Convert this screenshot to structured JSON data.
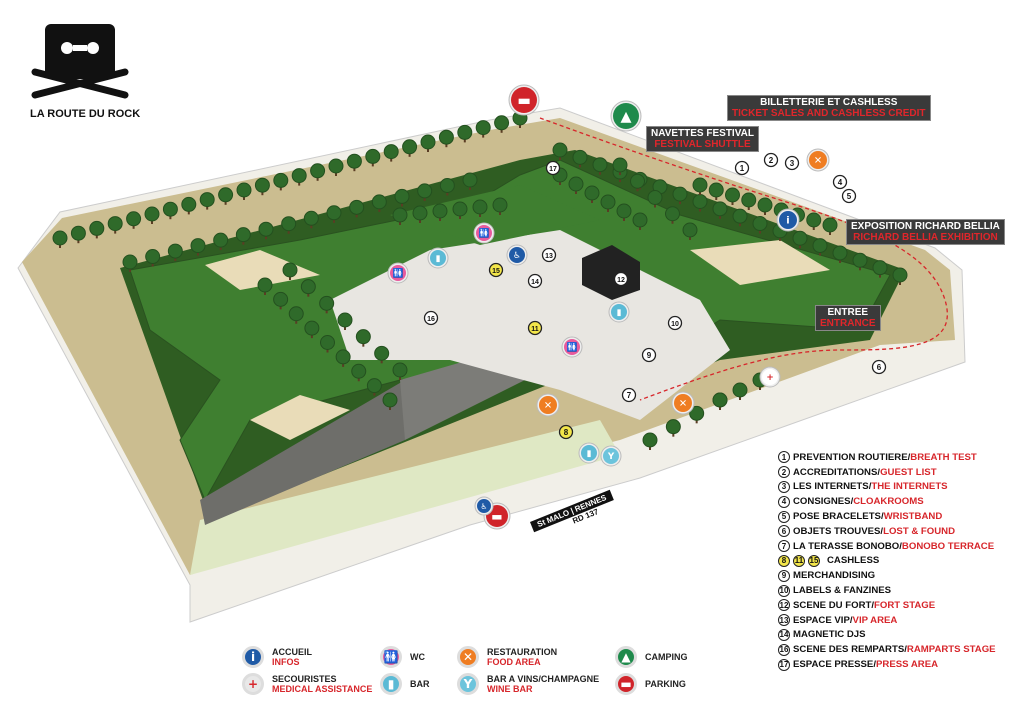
{
  "logo": {
    "text": "LA ROUTE DU ROCK"
  },
  "callouts": [
    {
      "fr": "BILLETTERIE ET CASHLESS",
      "en": "TICKET SALES AND CASHLESS CREDIT"
    },
    {
      "fr": "NAVETTES FESTIVAL",
      "en": "FESTIVAL SHUTTLE"
    },
    {
      "fr": "EXPOSITION RICHARD BELLIA",
      "en": "RICHARD BELLIA EXHIBITION"
    },
    {
      "fr": "ENTREE",
      "en": "ENTRANCE"
    }
  ],
  "road_sign": {
    "left": "St MALO",
    "right": "RENNES",
    "road": "RD 137"
  },
  "map_markers": [
    "1",
    "2",
    "3",
    "4",
    "5",
    "6",
    "7",
    "8",
    "9",
    "10",
    "11",
    "12",
    "13",
    "14",
    "15",
    "16",
    "17"
  ],
  "numbered_legend": [
    {
      "n": "1",
      "fr": "PREVENTION ROUTIERE/",
      "en": "BREATH TEST"
    },
    {
      "n": "2",
      "fr": "ACCREDITATIONS/",
      "en": "GUEST LIST"
    },
    {
      "n": "3",
      "fr": "LES INTERNETS/",
      "en": "THE INTERNETS"
    },
    {
      "n": "4",
      "fr": "CONSIGNES/",
      "en": "CLOAKROOMS"
    },
    {
      "n": "5",
      "fr": "POSE BRACELETS/",
      "en": "WRISTBAND"
    },
    {
      "n": "6",
      "fr": "OBJETS TROUVES/",
      "en": "LOST & FOUND"
    },
    {
      "n": "7",
      "fr": "LA TERASSE BONOBO/",
      "en": "BONOBO TERRACE"
    },
    {
      "n": "9",
      "fr": "MERCHANDISING",
      "en": ""
    },
    {
      "n": "10",
      "fr": "LABELS & FANZINES",
      "en": ""
    },
    {
      "n": "12",
      "fr": "SCENE DU FORT/",
      "en": "FORT STAGE"
    },
    {
      "n": "13",
      "fr": "ESPACE VIP/",
      "en": "VIP AREA"
    },
    {
      "n": "14",
      "fr": "MAGNETIC DJS",
      "en": ""
    },
    {
      "n": "16",
      "fr": "SCENE DES REMPARTS/",
      "en": "RAMPARTS STAGE"
    },
    {
      "n": "17",
      "fr": "ESPACE PRESSE/",
      "en": "PRESS AREA"
    }
  ],
  "cashless_legend": {
    "numbers": [
      "8",
      "11",
      "15"
    ],
    "label": "CASHLESS"
  },
  "icon_legend": [
    {
      "icon": "info-icon",
      "fr": "ACCUEIL",
      "en": "INFOS",
      "color": "#1f5aa6"
    },
    {
      "icon": "medical-cross-icon",
      "fr": "SECOURISTES",
      "en": "MEDICAL ASSISTANCE",
      "color": "#e8e8e8"
    },
    {
      "icon": "wc-icon",
      "fr": "WC",
      "en": "",
      "color": "#e85a9c",
      "tag": "WC"
    },
    {
      "icon": "beer-icon",
      "fr": "BAR",
      "en": "",
      "color": "#5bbad5"
    },
    {
      "icon": "fork-knife-icon",
      "fr": "RESTAURATION",
      "en": "FOOD AREA",
      "color": "#ef7d22"
    },
    {
      "icon": "wine-glass-icon",
      "fr": "BAR A VINS/CHAMPAGNE",
      "en": "WINE BAR",
      "color": "#6cc4dc"
    },
    {
      "icon": "tent-icon",
      "fr": "CAMPING",
      "en": "",
      "color": "#1f8a4c"
    },
    {
      "icon": "car-icon",
      "fr": "PARKING",
      "en": "",
      "color": "#d0242a"
    }
  ],
  "colors": {
    "red": "#d7262b",
    "grass": "#3d7a2f",
    "ground": "#cdbf93",
    "plaza": "#e8e6e1"
  }
}
